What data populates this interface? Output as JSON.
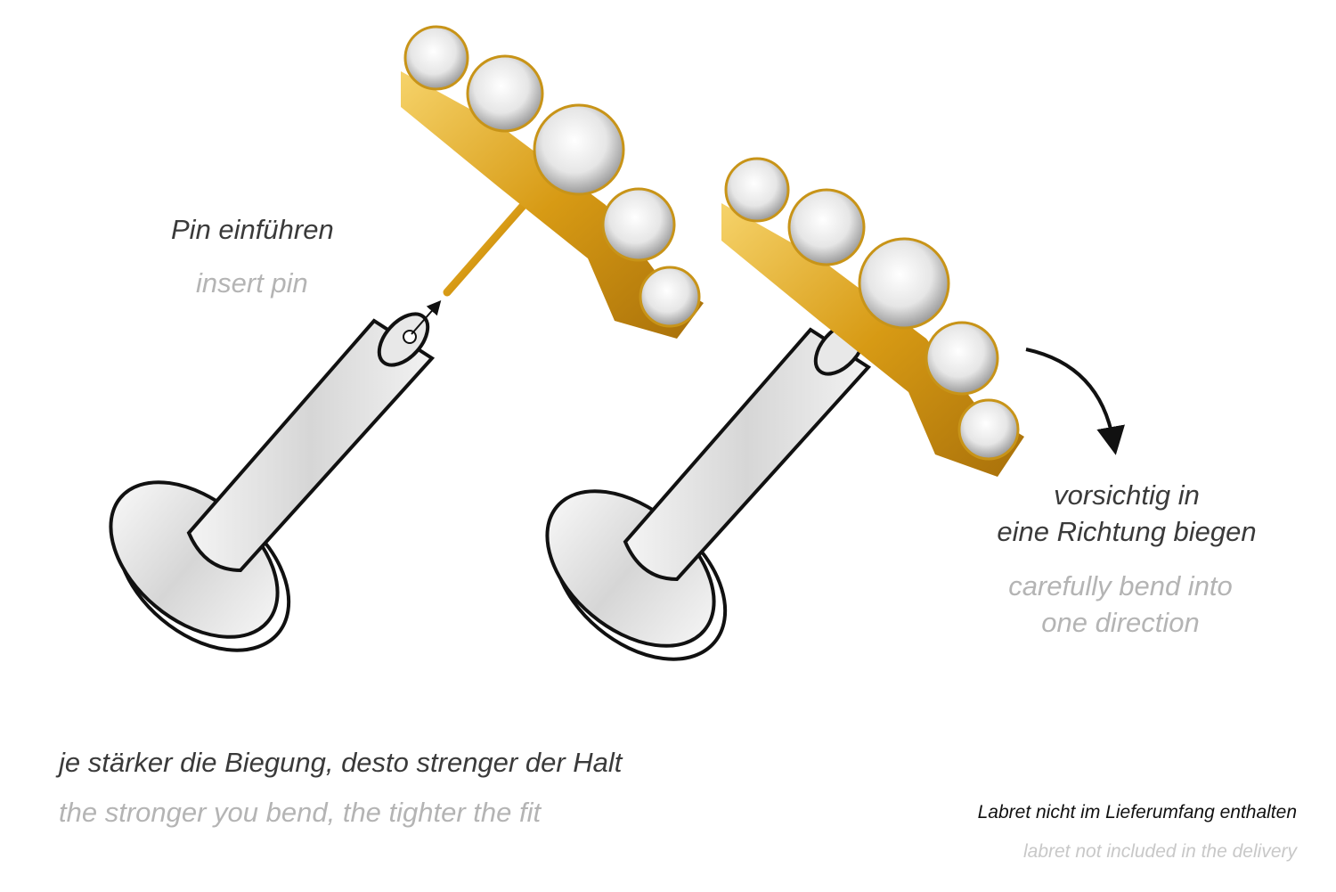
{
  "step_insert": {
    "de": "Pin einführen",
    "en": "insert pin"
  },
  "step_bend": {
    "de_line1": "vorsichtig in",
    "de_line2": "eine Richtung biegen",
    "en_line1": "carefully bend into",
    "en_line2": "one direction"
  },
  "fit_note": {
    "de": "je stärker die Biegung, desto strenger der Halt",
    "en": "the stronger you bend, the tighter the fit"
  },
  "delivery_note": {
    "de": "Labret nicht im Lieferumfang enthalten",
    "en": "labret not included in the delivery"
  },
  "colors": {
    "gold": "#e0a820",
    "text_dark": "#3a3a3a",
    "text_light": "#b4b4b4"
  }
}
